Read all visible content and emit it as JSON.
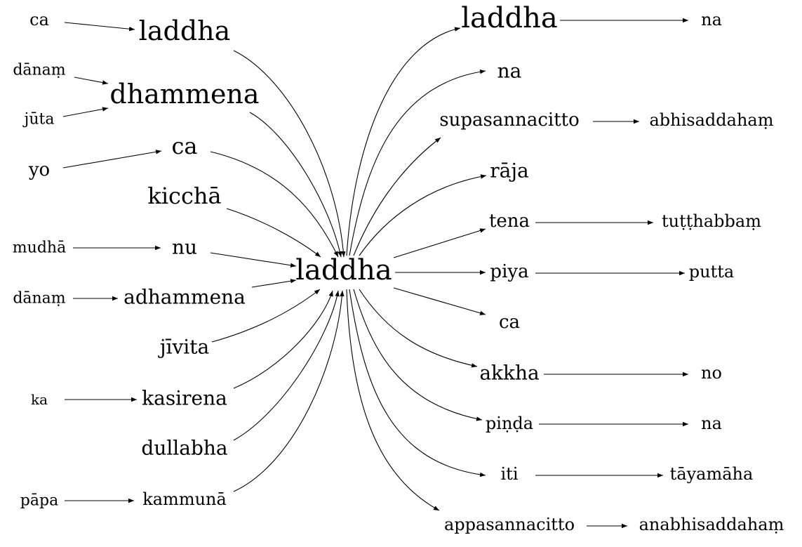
{
  "graph": {
    "center": "laddha",
    "left_nodes": {
      "laddha": "laddha",
      "dhammena": "dhammena",
      "ca": "ca",
      "kiccha": "kicchā",
      "nu": "nu",
      "adhammena": "adhammena",
      "jivita": "jīvita",
      "kasirena": "kasirena",
      "dullabha": "dullabha",
      "kammuna": "kammunā"
    },
    "left_sources": {
      "ca": "ca",
      "danam_1": "dānaṃ",
      "juta": "jūta",
      "yo": "yo",
      "mudha": "mudhā",
      "danam_2": "dānaṃ",
      "ka": "ka",
      "papa": "pāpa"
    },
    "right_nodes": {
      "laddha": "laddha",
      "na": "na",
      "supasannacitto": "supasannacitto",
      "raja": "rāja",
      "tena": "tena",
      "piya": "piya",
      "ca": "ca",
      "akkha": "akkha",
      "pinda": "piṇḍa",
      "iti": "iti",
      "appasannacitto": "appasannacitto"
    },
    "right_targets": {
      "na_1": "na",
      "abhisaddaham": "abhisaddahaṃ",
      "tutthabbam": "tuṭṭhabbaṃ",
      "putta": "putta",
      "no": "no",
      "na_2": "na",
      "tayamaha": "tāyamāha",
      "anabhisaddaham": "anabhisaddahaṃ"
    }
  }
}
